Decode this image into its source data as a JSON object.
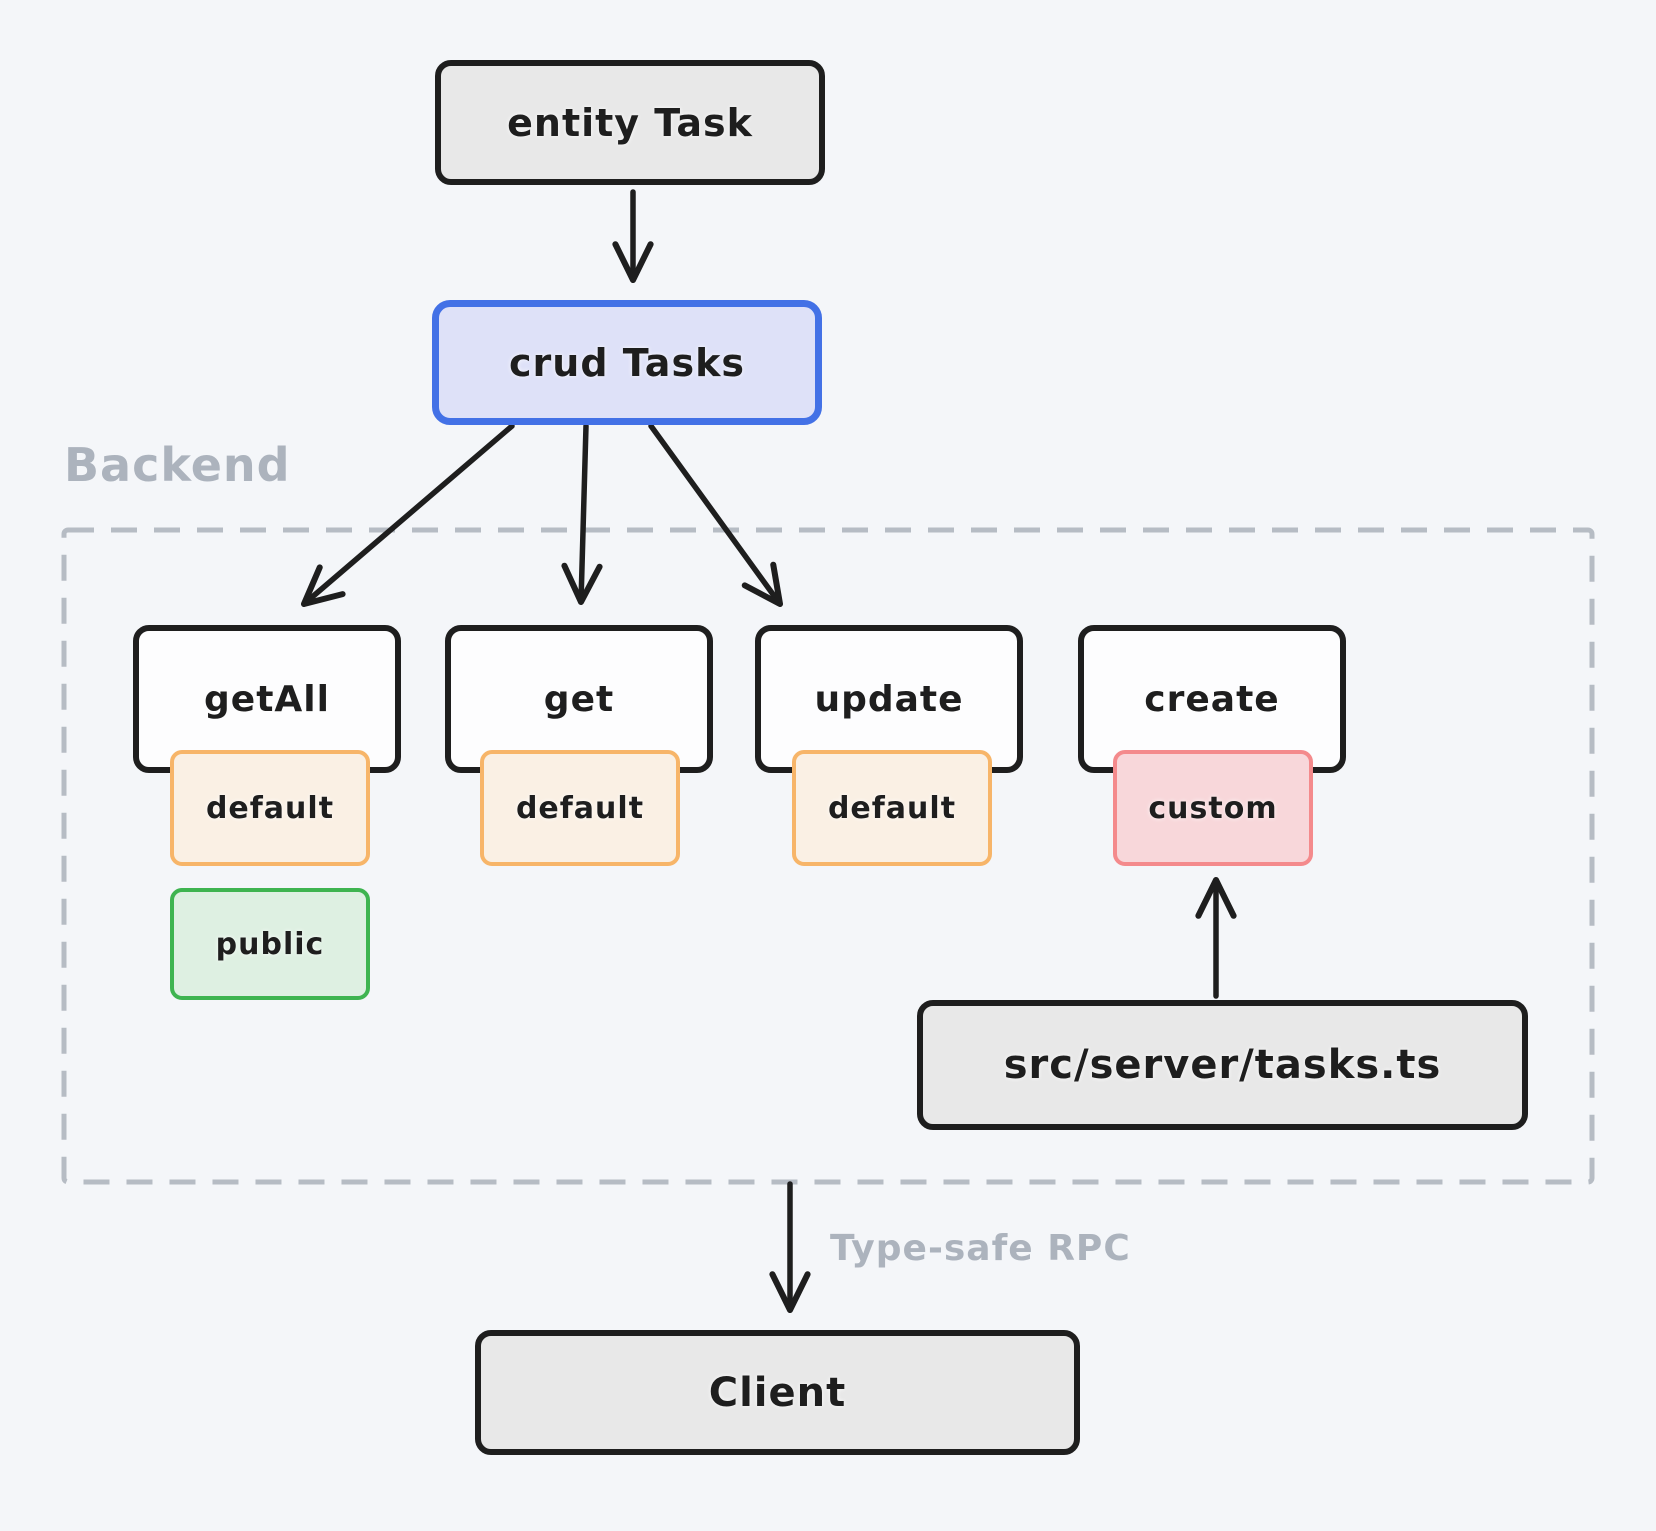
{
  "nodes": {
    "entity_task": {
      "label": "entity Task"
    },
    "crud_tasks": {
      "label": "crud Tasks"
    },
    "operations": [
      {
        "label": "getAll",
        "badges": [
          "default",
          "public"
        ]
      },
      {
        "label": "get",
        "badges": [
          "default"
        ]
      },
      {
        "label": "update",
        "badges": [
          "default"
        ]
      },
      {
        "label": "create",
        "badges": [
          "custom"
        ]
      }
    ],
    "source_file": {
      "label": "src/server/tasks.ts"
    },
    "client": {
      "label": "Client"
    }
  },
  "labels": {
    "backend": "Backend",
    "rpc": "Type-safe RPC"
  },
  "connections": [
    {
      "from": "entity Task",
      "to": "crud Tasks"
    },
    {
      "from": "crud Tasks",
      "to": "getAll"
    },
    {
      "from": "crud Tasks",
      "to": "get"
    },
    {
      "from": "crud Tasks",
      "to": "update"
    },
    {
      "from": "src/server/tasks.ts",
      "to": "custom"
    },
    {
      "from": "Backend group",
      "to": "Client",
      "label": "Type-safe RPC"
    }
  ],
  "colors": {
    "background": "#f4f6f9",
    "ink": "#1e1e1e",
    "node_fill_gray": "#e8e8e8",
    "node_fill_white": "#fdfdfe",
    "crud_border": "#4371e6",
    "crud_fill": "#dee1f8",
    "default_border": "#f7b569",
    "default_fill": "#faf0e4",
    "custom_border": "#f48a8c",
    "custom_fill": "#f8d7da",
    "public_border": "#3eb450",
    "public_fill": "#def0e2",
    "muted_text": "#acb3bd",
    "dashed_border": "#b6bcc4"
  }
}
